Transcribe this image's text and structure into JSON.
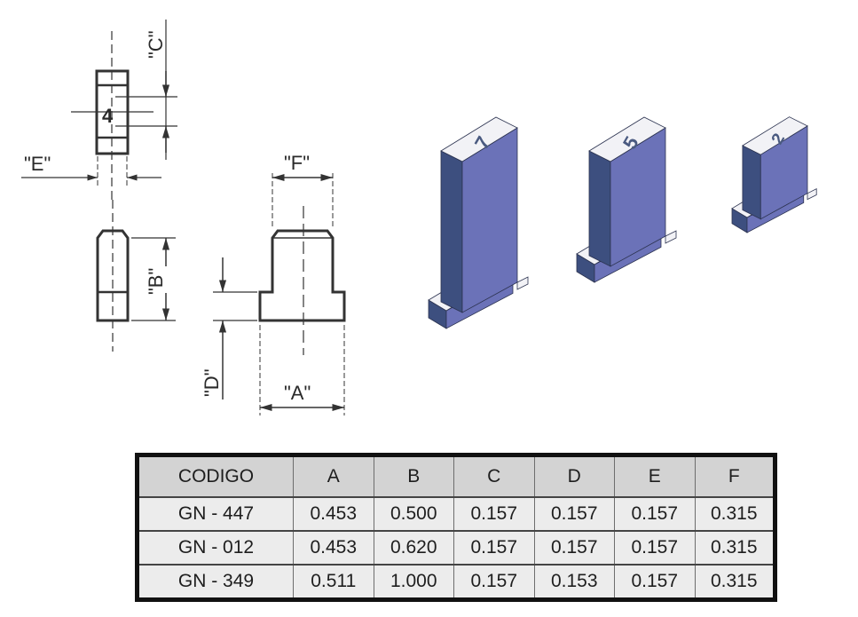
{
  "drawing": {
    "dimension_labels": {
      "A": "\"A\"",
      "B": "\"B\"",
      "C": "\"C\"",
      "D": "\"D\"",
      "E": "\"E\"",
      "F": "\"F\""
    },
    "top_view_engraving": "4",
    "isometric_parts": [
      {
        "name": "tall",
        "engraving": "7"
      },
      {
        "name": "medium",
        "engraving": "5"
      },
      {
        "name": "short",
        "engraving": "2"
      }
    ],
    "colors": {
      "part_front": "#6b72b8",
      "part_side": "#3d4f7f",
      "part_top": "#f2f2f6",
      "line": "#333333"
    }
  },
  "table": {
    "headers": [
      "CODIGO",
      "A",
      "B",
      "C",
      "D",
      "E",
      "F"
    ],
    "rows": [
      [
        "GN - 447",
        "0.453",
        "0.500",
        "0.157",
        "0.157",
        "0.157",
        "0.315"
      ],
      [
        "GN - 012",
        "0.453",
        "0.620",
        "0.157",
        "0.157",
        "0.157",
        "0.315"
      ],
      [
        "GN - 349",
        "0.511",
        "1.000",
        "0.157",
        "0.153",
        "0.157",
        "0.315"
      ]
    ]
  }
}
